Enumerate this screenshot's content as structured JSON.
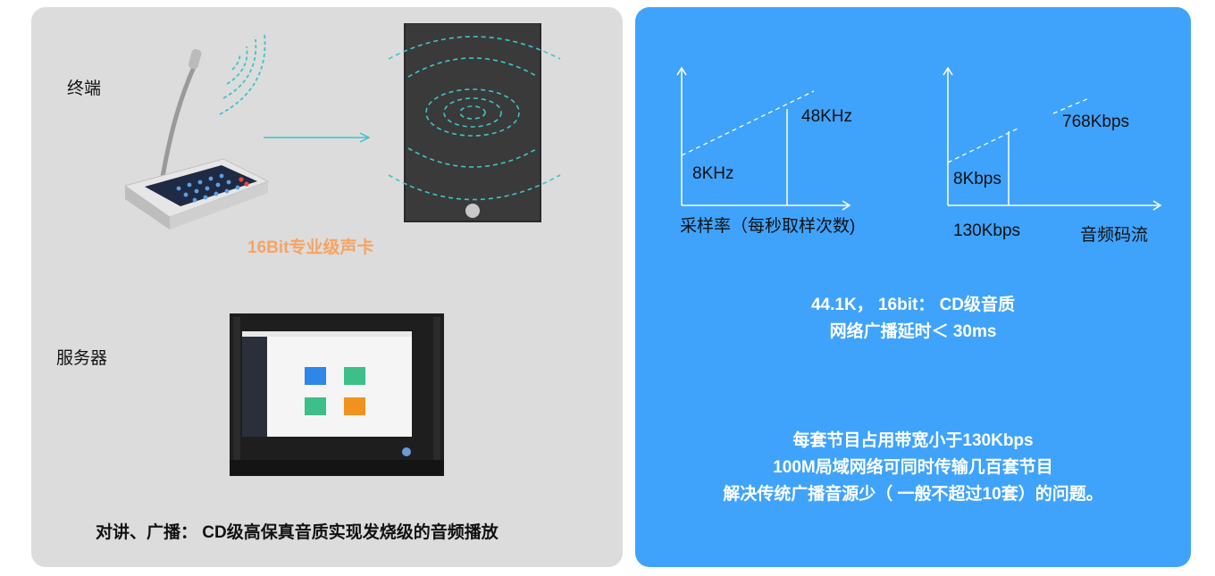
{
  "left_panel": {
    "terminal_label": "终端",
    "soundcard_label": "16Bit专业级声卡",
    "server_label": "服务器",
    "caption": "对讲、广播：  CD级高保真音质实现发烧级的音频播放"
  },
  "right_panel": {
    "chart1": {
      "high_label": "48KHz",
      "low_label": "8KHz",
      "axis_label": "采样率（每秒取样次数)"
    },
    "chart2": {
      "high_label": "768Kbps",
      "low_label": "8Kbps",
      "tick_label": "130Kbps",
      "axis_label": "音频码流"
    },
    "quality_line1": "44.1K，  16bit：  CD级音质",
    "quality_line2": "网络广播延时＜ 30ms",
    "bandwidth_line1": "每套节目占用带宽小于130Kbps",
    "bandwidth_line2": "100M局域网络可同时传输几百套节目",
    "bandwidth_line3": "解决传统广播音源少（ 一般不超过10套）的问题。"
  },
  "colors": {
    "left_bg": "#dcdcdc",
    "right_bg": "#3fa3fc",
    "accent_orange": "#f7a462",
    "wave_teal": "#3fc4c8"
  }
}
